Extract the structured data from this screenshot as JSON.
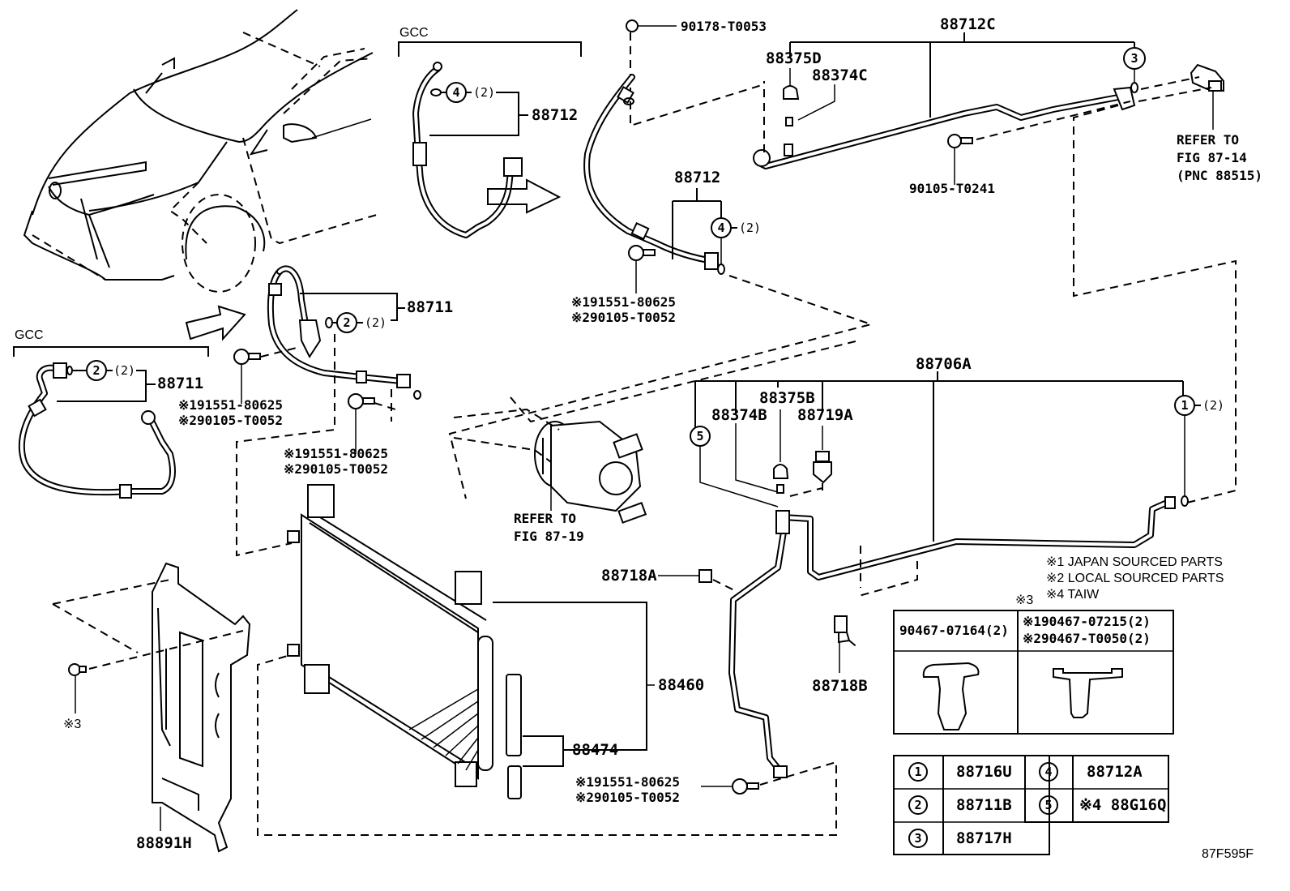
{
  "diagram": {
    "figure_id": "87F595F",
    "gcc_label_top": "GCC",
    "gcc_label_left": "GCC",
    "labels": {
      "p90178_T0053": "90178-T0053",
      "p88712C": "88712C",
      "p88375D": "88375D",
      "p88374C": "88374C",
      "p90105_T0241": "90105-T0241",
      "p88712_gcc": "88712",
      "p88712_main": "88712",
      "p88711_main": "88711",
      "p88711_gcc": "88711",
      "p88706A": "88706A",
      "p88375B": "88375B",
      "p88374B": "88374B",
      "p88719A": "88719A",
      "p88718A": "88718A",
      "p88718B": "88718B",
      "p88460": "88460",
      "p88474": "88474",
      "p88891H": "88891H",
      "note3_clip": "※3"
    },
    "bolt_callouts": [
      {
        "line1": "※191551-80625",
        "line2": "※290105-T0052"
      },
      {
        "line1": "※191551-80625",
        "line2": "※290105-T0052"
      },
      {
        "line1": "※191551-80625",
        "line2": "※290105-T0052"
      },
      {
        "line1": "※191551-80625",
        "line2": "※290105-T0052"
      }
    ],
    "refer_to": [
      {
        "line1": "REFER TO",
        "line2": "FIG 87-14",
        "line3": "(PNC 88515)"
      },
      {
        "line1": "REFER TO",
        "line2": "FIG 87-19"
      }
    ],
    "circled_callouts": {
      "c4_gcc": {
        "num": "4",
        "qty": "(2)"
      },
      "c4_main": {
        "num": "4",
        "qty": "(2)"
      },
      "c2_main": {
        "num": "2",
        "qty": "(2)"
      },
      "c2_gcc": {
        "num": "2",
        "qty": "(2)"
      },
      "c3": {
        "num": "3"
      },
      "c5": {
        "num": "5"
      },
      "c1": {
        "num": "1",
        "qty": "(2)"
      }
    },
    "legend_notes": [
      "※1 JAPAN SOURCED PARTS",
      "※2 LOCAL SOURCED PARTS",
      "※4 TAIW"
    ],
    "clip_table": {
      "marker": "※3",
      "col1_header": "90467-07164(2)",
      "col2_header_line1": "※190467-07215(2)",
      "col2_header_line2": "※290467-T0050(2)"
    },
    "key_table": {
      "rows": [
        {
          "num1": "1",
          "part1": "88716U",
          "num2": "4",
          "part2": "88712A"
        },
        {
          "num1": "2",
          "part1": "88711B",
          "num2": "5",
          "part2": "※4 88G16Q"
        },
        {
          "num1": "3",
          "part1": "88717H"
        }
      ]
    }
  }
}
